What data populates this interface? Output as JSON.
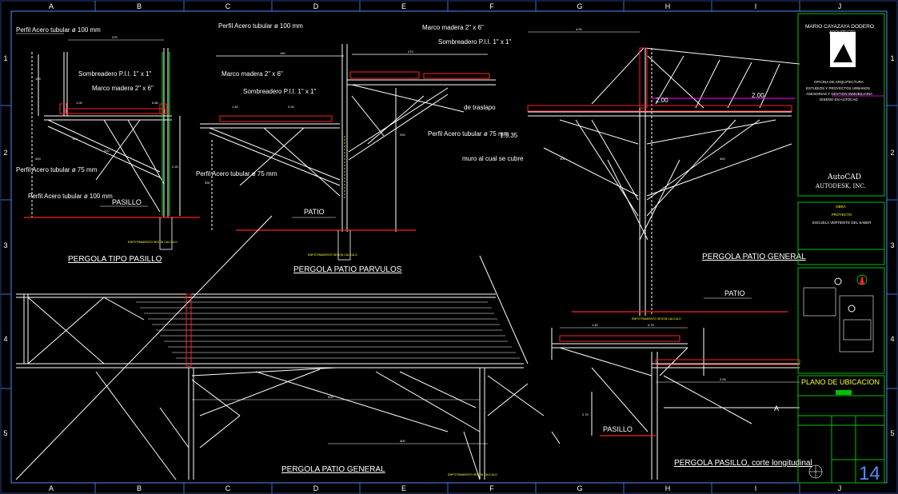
{
  "grid": {
    "columns": [
      "A",
      "B",
      "C",
      "D",
      "E",
      "F",
      "G",
      "H",
      "I",
      "J"
    ],
    "rows": [
      "1",
      "2",
      "3",
      "4",
      "5"
    ]
  },
  "colors": {
    "background": "#000000",
    "line_white": "#ffffff",
    "line_yellow": "#ffff00",
    "line_red": "#ff2020",
    "line_green": "#00c000",
    "line_magenta": "#ff00ff",
    "frame_cyan": "#4d8cff"
  },
  "labels": {
    "perfil_100_a": "Perfil Acero tubular ø 100 mm",
    "sombreadero_a": "Sombreadero P.I.I. 1\" x 1\"",
    "marco_a": "Marco madera 2\" x 6\"",
    "perfil_75_a": "Perfil Acero tubular ø 75 mm",
    "perfil_100_b": "Perfil Acero tubular ø 100 mm",
    "pasillo_a": "PASILLO",
    "perfil_100_c": "Perfil Acero tubular ø 100 mm",
    "marco_b": "Marco madera 2\" x 6\"",
    "sombreadero_b": "Sombreadero P.I.I. 1\" x 1\"",
    "marco_c": "Marco madera 2\" x 6\"",
    "sombreadero_c": "Sombreadero P.I.I. 1\" x 1\"",
    "perfil_75_b": "Perfil Acero tubular ø 75 mm",
    "patio_a": "PATIO",
    "traslapo": "de traslapo",
    "perfil_75_c": "Perfil Acero tubular ø 75 mm",
    "muro": "muro al cual se cubre",
    "slope": "1:5.35",
    "dim_a": "2.00",
    "dim_b": "2.00",
    "patio_b": "PATIO",
    "pasillo_b": "PASILLO",
    "a_marker": "A",
    "empotramiento": "EMPOTRAMIENTO SEGÚN CALCULO"
  },
  "titles": {
    "tipo_pasillo": "PERGOLA TIPO PASILLO",
    "parvulos": "PERGOLA PATIO PARVULOS",
    "general_right": "PERGOLA PATIO GENERAL",
    "general_bottom": "PERGOLA PATIO GENERAL",
    "pasillo_longitudinal": "PERGOLA PASILLO, corte longitudinal"
  },
  "title_block": {
    "architect_name": "MARIO CAYAZAYA DODERO",
    "architect_title": "ARQUITECTO",
    "office_1": "OFICINA DE ARQUITECTURA",
    "office_2": "ESTUDIOS Y PROYECTOS URBANOS",
    "office_3": "ASESORIAS Y GESTION INMOBILIARIA",
    "office_4": "DISEÑO EN AUTOCAD",
    "autocad": "AutoCAD",
    "autodesk": "AUTODESK, INC.",
    "obra": "OBRA",
    "proyecto": "PROYECTO",
    "proyecto_name": "ESCUELA VERTIENTE DEL SABER",
    "plano_ubicacion": "PLANO DE UBICACION",
    "sheet_number": "14"
  }
}
